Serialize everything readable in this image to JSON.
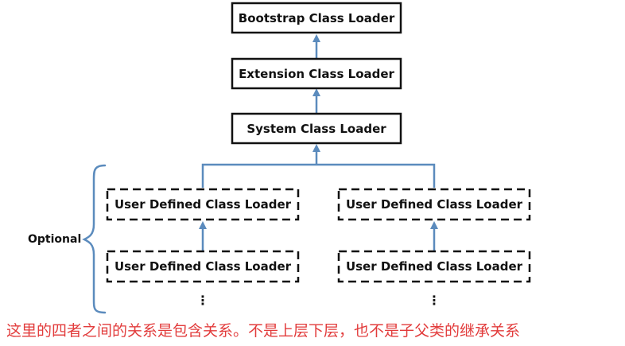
{
  "diagram": {
    "nodes": {
      "bootstrap": "Bootstrap Class Loader",
      "extension": "Extension Class Loader",
      "system": "System Class Loader",
      "user_left_top": "User Defined Class Loader",
      "user_left_bottom": "User Defined Class Loader",
      "user_right_top": "User Defined Class Loader",
      "user_right_bottom": "User Defined Class Loader"
    },
    "optional_label": "Optional",
    "ellipsis_left": "⋮",
    "ellipsis_right": "⋮"
  },
  "note": {
    "text": "这里的四者之间的关系是包含关系。不是上层下层，也不是子父类的继承关系"
  },
  "colors": {
    "arrow": "#5b8bbd",
    "note_text": "#e23c3c",
    "box_border": "#111111"
  }
}
